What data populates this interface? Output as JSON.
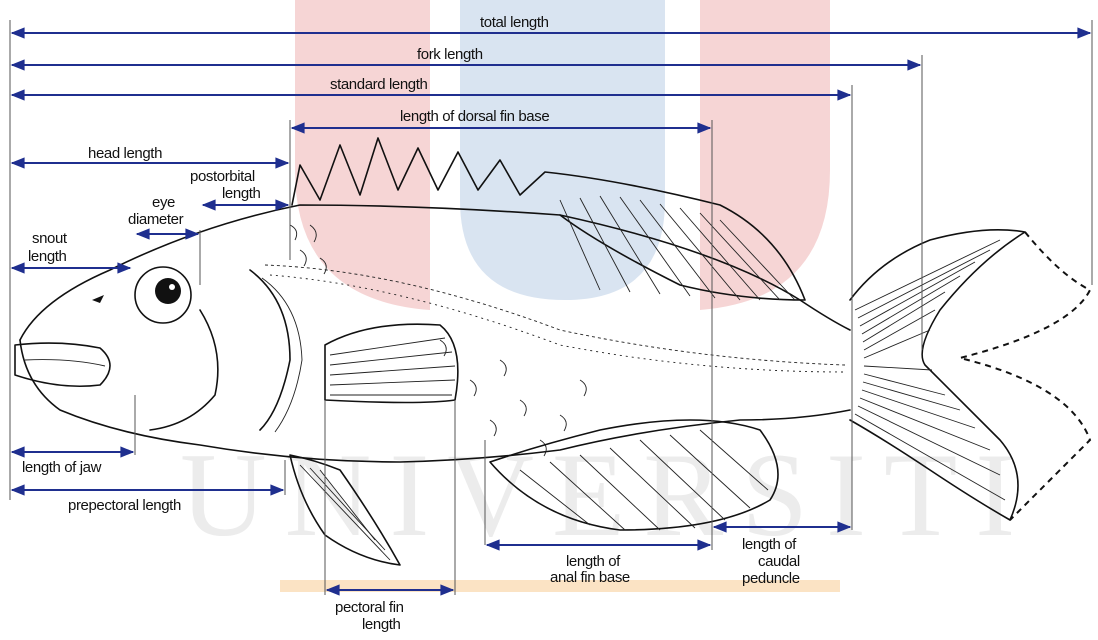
{
  "labels": {
    "total_length": "total length",
    "fork_length": "fork length",
    "standard_length": "standard length",
    "dorsal_fin_base": "length of dorsal fin base",
    "head_length": "head length",
    "postorbital_line1": "postorbital",
    "postorbital_line2": "length",
    "eye_line1": "eye",
    "eye_line2": "diameter",
    "snout_line1": "snout",
    "snout_line2": "length",
    "jaw_length": "length of jaw",
    "prepectoral_length": "prepectoral length",
    "anal_line1": "length of",
    "anal_line2": "anal fin base",
    "caudal_line1": "length of",
    "caudal_line2": "caudal",
    "caudal_line3": "peduncle",
    "pectoral_line1": "pectoral fin",
    "pectoral_line2": "length"
  },
  "watermark": {
    "text": "UNIVERSITI"
  },
  "colors": {
    "measurement_arrow": "#1f2f8f",
    "watermark_red": "#f6d5d5",
    "watermark_blue": "#d9e4f1",
    "watermark_orange": "#fbe3c4",
    "ink": "#111111"
  }
}
